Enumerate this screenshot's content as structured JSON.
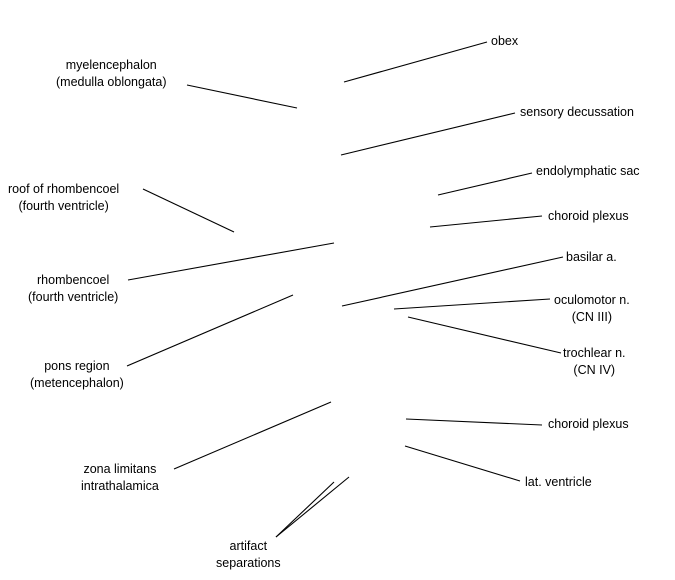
{
  "diagram": {
    "line_color": "#000000",
    "background": "#ffffff",
    "labels": {
      "myelencephalon": [
        "myelencephalon",
        "(medulla oblongata)"
      ],
      "roof_rhombencoel": [
        "roof of rhombencoel",
        "(fourth ventricle)"
      ],
      "rhombencoel": [
        "rhombencoel",
        "(fourth ventricle)"
      ],
      "pons_region": [
        "pons region",
        "(metencephalon)"
      ],
      "zona_limitans": [
        "zona limitans",
        "intrathalamica"
      ],
      "artifact_separations": [
        "artifact",
        "separations"
      ],
      "obex": [
        "obex"
      ],
      "sensory_decussation": [
        "sensory decussation"
      ],
      "endolymphatic_sac": [
        "endolymphatic sac"
      ],
      "choroid_plexus_upper": [
        "choroid plexus"
      ],
      "basilar_a": [
        "basilar a."
      ],
      "oculomotor_n": [
        "oculomotor n.",
        "(CN III)"
      ],
      "trochlear_n": [
        "trochlear n.",
        "(CN IV)"
      ],
      "choroid_plexus_lower": [
        "choroid plexus"
      ],
      "lat_ventricle": [
        "lat. ventricle"
      ]
    }
  }
}
